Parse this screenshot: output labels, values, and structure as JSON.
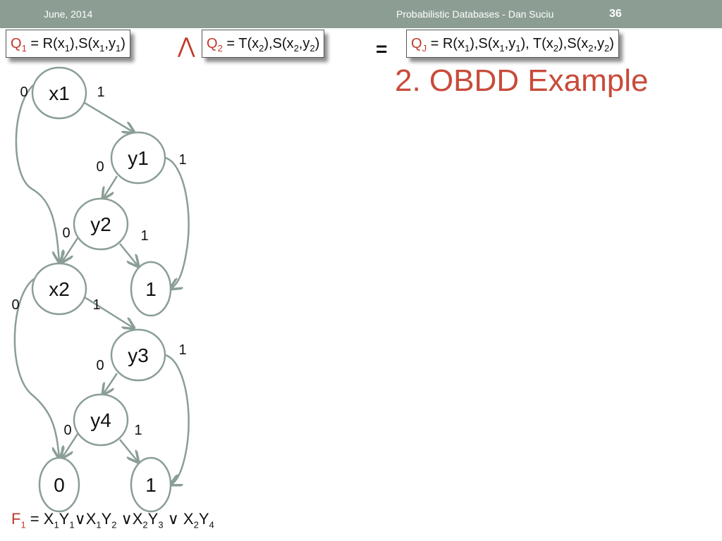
{
  "header": {
    "date": "June, 2014",
    "course": "Probabilistic Databases - Dan Suciu",
    "slide_number": "36"
  },
  "queries": {
    "q1": {
      "name": "Q",
      "sub": "1",
      "rhs": [
        {
          "t": " = R(x"
        },
        {
          "s": "1"
        },
        {
          "t": "),S(x"
        },
        {
          "s": "1"
        },
        {
          "t": ",y"
        },
        {
          "s": "1"
        },
        {
          "t": ")"
        }
      ]
    },
    "and_symbol": "⋀",
    "q2": {
      "name": "Q",
      "sub": "2",
      "rhs": [
        {
          "t": " = T(x"
        },
        {
          "s": "2"
        },
        {
          "t": "),S(x"
        },
        {
          "s": "2"
        },
        {
          "t": ",y"
        },
        {
          "s": "2"
        },
        {
          "t": ")"
        }
      ]
    },
    "equals_symbol": "=",
    "qj": {
      "name": "Q",
      "sub": "J",
      "rhs": [
        {
          "t": " = R(x"
        },
        {
          "s": "1"
        },
        {
          "t": "),S(x"
        },
        {
          "s": "1"
        },
        {
          "t": ",y"
        },
        {
          "s": "1"
        },
        {
          "t": "), T(x"
        },
        {
          "s": "2"
        },
        {
          "t": "),S(x"
        },
        {
          "s": "2"
        },
        {
          "t": ",y"
        },
        {
          "s": "2"
        },
        {
          "t": ")"
        }
      ]
    }
  },
  "title": "2. OBDD Example",
  "obdd": {
    "nodes": [
      {
        "id": "x1",
        "label": "x1"
      },
      {
        "id": "y1",
        "label": "y1"
      },
      {
        "id": "y2",
        "label": "y2"
      },
      {
        "id": "x2",
        "label": "x2"
      },
      {
        "id": "t1a",
        "label": "1"
      },
      {
        "id": "y3",
        "label": "y3"
      },
      {
        "id": "y4",
        "label": "y4"
      },
      {
        "id": "t0",
        "label": "0"
      },
      {
        "id": "t1b",
        "label": "1"
      }
    ],
    "edges": [
      {
        "from": "x1",
        "to": "y1",
        "label": "1"
      },
      {
        "from": "x1",
        "to": "x2",
        "label": "0"
      },
      {
        "from": "y1",
        "to": "y2",
        "label": "0"
      },
      {
        "from": "y1",
        "to": "t1a",
        "label": "1"
      },
      {
        "from": "y2",
        "to": "x2",
        "label": "0"
      },
      {
        "from": "y2",
        "to": "t1a",
        "label": "1"
      },
      {
        "from": "x2",
        "to": "y3",
        "label": "1"
      },
      {
        "from": "x2",
        "to": "t0",
        "label": "0"
      },
      {
        "from": "y3",
        "to": "y4",
        "label": "0"
      },
      {
        "from": "y3",
        "to": "t1b",
        "label": "1"
      },
      {
        "from": "y4",
        "to": "t0",
        "label": "0"
      },
      {
        "from": "y4",
        "to": "t1b",
        "label": "1"
      }
    ]
  },
  "formula": {
    "name": "F",
    "sub": "1",
    "rhs": [
      {
        "t": " = X"
      },
      {
        "s": "1"
      },
      {
        "t": "Y"
      },
      {
        "s": "1"
      },
      {
        "t": "∨X"
      },
      {
        "s": "1"
      },
      {
        "t": "Y"
      },
      {
        "s": "2"
      },
      {
        "t": " ∨X"
      },
      {
        "s": "2"
      },
      {
        "t": "Y"
      },
      {
        "s": "3"
      },
      {
        "t": " ∨  X"
      },
      {
        "s": "2"
      },
      {
        "t": "Y"
      },
      {
        "s": "4"
      }
    ]
  },
  "colors": {
    "header_bg": "#8c9e94",
    "accent_red": "#c0392b",
    "title_red": "#c84b3a",
    "node_stroke": "#8a9e95"
  }
}
